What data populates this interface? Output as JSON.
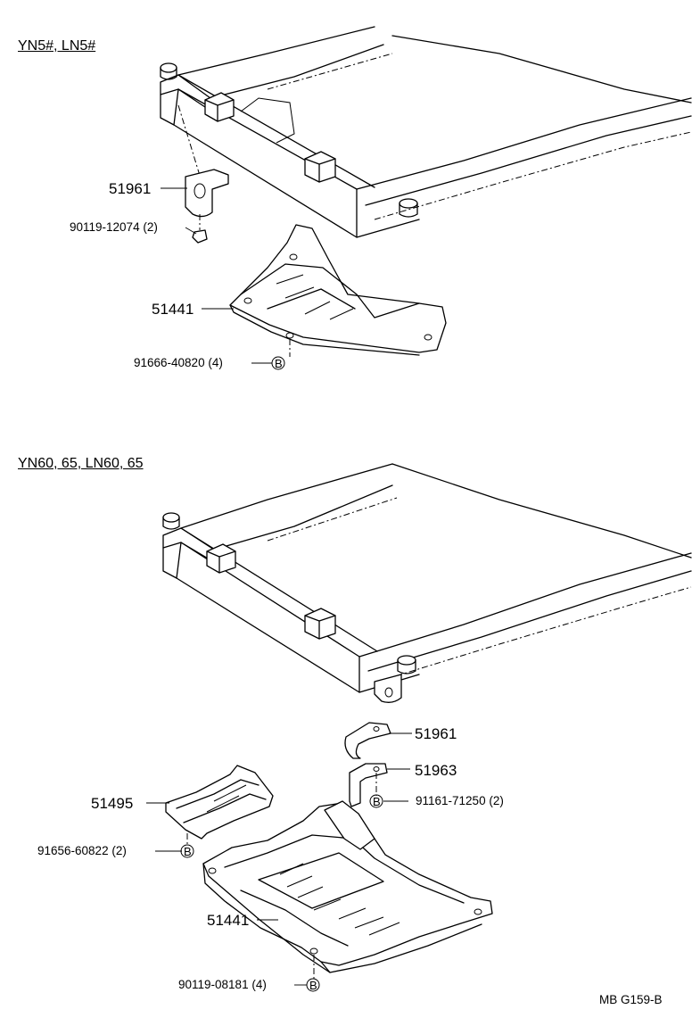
{
  "sections": [
    {
      "heading": "YN5#, LN5#",
      "parts": [
        {
          "number": "51961"
        },
        {
          "number": "90119-12074",
          "qty": "(2)"
        },
        {
          "number": "51441"
        },
        {
          "number": "91666-40820",
          "qty": "(4)",
          "marker": "B"
        }
      ]
    },
    {
      "heading": "YN60, 65, LN60, 65",
      "parts": [
        {
          "number": "51961"
        },
        {
          "number": "51963"
        },
        {
          "number": "91161-71250",
          "qty": "(2)",
          "marker": "B"
        },
        {
          "number": "51495"
        },
        {
          "number": "91656-60822",
          "qty": "(2)",
          "marker": "B"
        },
        {
          "number": "51441"
        },
        {
          "number": "90119-08181",
          "qty": "(4)",
          "marker": "B"
        }
      ]
    }
  ],
  "figure_code": "MB G159-B"
}
